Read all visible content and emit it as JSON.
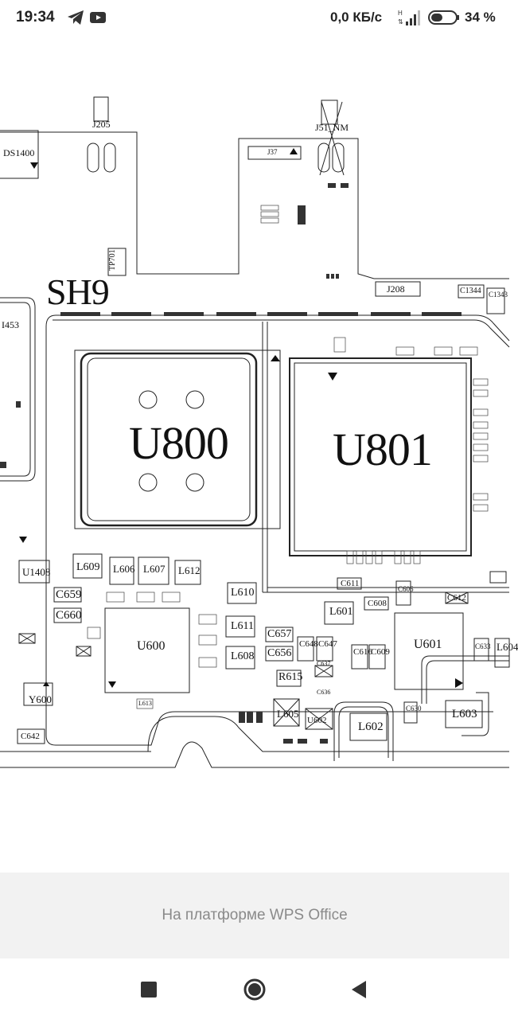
{
  "status_bar": {
    "time": "19:34",
    "net_speed": "0,0 КБ/с",
    "battery_percent": "34 %",
    "icons": [
      "telegram-icon",
      "youtube-icon",
      "signal-icon",
      "battery-icon"
    ]
  },
  "schematic": {
    "shield_label": "SH9",
    "chips": {
      "u800": "U800",
      "u801": "U801",
      "u600": "U600",
      "u601": "U601",
      "u1408": "U1408"
    },
    "connectors": {
      "j205": "J205",
      "j51": "J51_NM",
      "j208": "J208",
      "j37": "J37",
      "ds1400": "DS1400",
      "tp701": "TP701"
    },
    "inductors": [
      "L609",
      "L606",
      "L607",
      "L612",
      "L610",
      "L611",
      "L608",
      "L601",
      "L605",
      "L602",
      "L603",
      "L604",
      "L613"
    ],
    "capacitors": [
      "C659",
      "C660",
      "C657",
      "C656",
      "C648",
      "C647",
      "C616",
      "C609",
      "C611",
      "C608",
      "C606",
      "C612",
      "C630",
      "C633",
      "C642",
      "C1344",
      "C1343",
      "C637",
      "C636"
    ],
    "misc": [
      "Y600",
      "R615",
      "U602",
      "I453"
    ]
  },
  "banner": {
    "text": "На платформе WPS Office"
  },
  "nav": {
    "recent_label": "recent-apps",
    "home_label": "home",
    "back_label": "back"
  },
  "colors": {
    "background": "#ffffff",
    "banner_bg": "#f2f2f2",
    "banner_text": "#8a8a8a",
    "line": "#222222",
    "nav_icon": "#333333"
  }
}
